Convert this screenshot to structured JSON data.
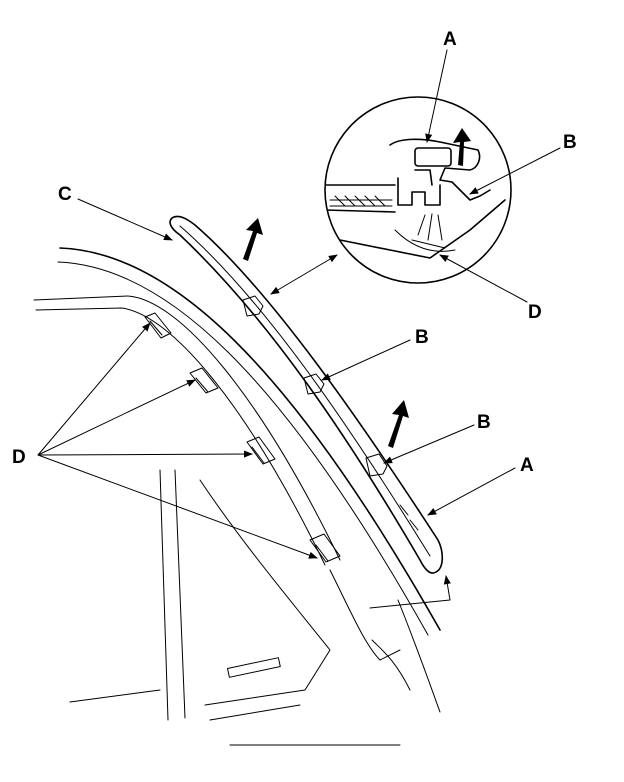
{
  "callouts": {
    "a_top": "A",
    "a_right": "A",
    "b_detail": "B",
    "b_upper": "B",
    "b_lower": "B",
    "c": "C",
    "d_detail": "D",
    "d_left": "D"
  },
  "colors": {
    "line": "#000000",
    "background": "#ffffff"
  }
}
